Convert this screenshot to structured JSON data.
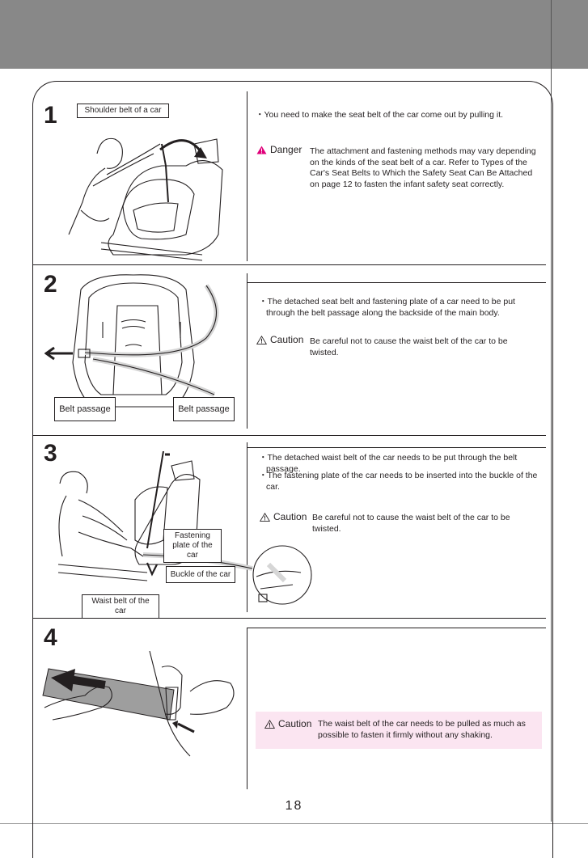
{
  "page_number": "18",
  "colors": {
    "header_band": "#888888",
    "danger_red": "#e0007a",
    "caution_highlight": "#fbe5f1"
  },
  "steps": [
    {
      "number": "1",
      "labels": [
        "Shoulder belt of a car"
      ],
      "bullets": [
        "You need to make the seat belt of the car come out by pulling it."
      ],
      "warning_type": "Danger",
      "warning_icon": "warning-triangle-red-icon",
      "warning_text": "The attachment and fastening methods may vary depending on the kinds of the seat belt of a car. Refer to Types of the Car's Seat Belts to Which the Safety Seat Can Be Attached on page 12 to fasten the infant safety seat correctly."
    },
    {
      "number": "2",
      "labels": [
        "Belt passage",
        "Belt passage"
      ],
      "bullets": [
        "The detached seat belt and fastening plate of a car need to be put through the belt passage along the backside of the main body."
      ],
      "warning_type": "Caution",
      "warning_icon": "warning-triangle-outline-icon",
      "warning_text": "Be careful not to cause the waist belt of the car to be twisted."
    },
    {
      "number": "3",
      "labels": [
        "Fastening plate of the car",
        "Buckle of the car",
        "Waist belt of the car"
      ],
      "bullets": [
        "The detached waist belt of the car needs to be put through the belt passage.",
        "The fastening plate of the car needs to be inserted into the buckle of the car."
      ],
      "warning_type": "Caution",
      "warning_icon": "warning-triangle-outline-icon",
      "warning_text": "Be careful not to cause the waist belt of the car to be twisted."
    },
    {
      "number": "4",
      "labels": [],
      "bullets": [],
      "warning_type": "Caution",
      "warning_icon": "warning-triangle-outline-icon",
      "warning_text": "The waist belt of the car needs to be pulled as much as possible to fasten it firmly without any shaking."
    }
  ]
}
